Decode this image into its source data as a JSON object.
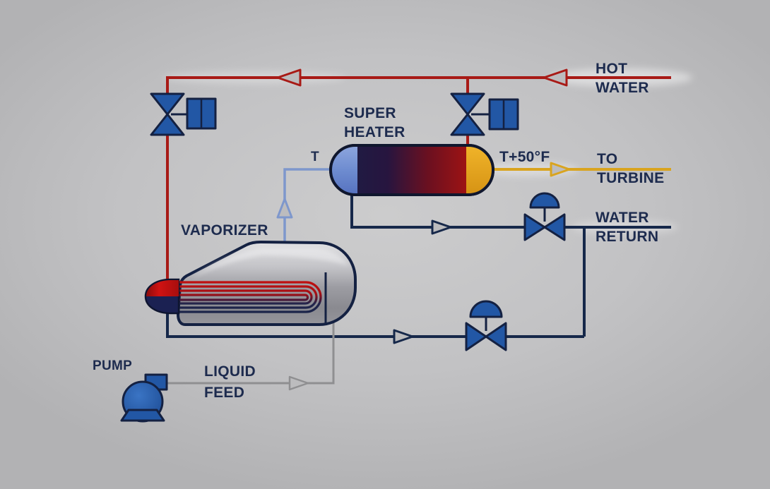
{
  "diagram_type": "process-flow-diagram",
  "stream_labels": {
    "hot_water": [
      "HOT",
      "WATER"
    ],
    "to_turbine": [
      "TO",
      "TURBINE"
    ],
    "water_return": [
      "WATER",
      "RETURN"
    ],
    "liquid_feed": [
      "LIQUID",
      "FEED"
    ]
  },
  "equipment_labels": {
    "super_heater": [
      "SUPER",
      "HEATER"
    ],
    "vaporizer": "VAPORIZER",
    "pump": "PUMP"
  },
  "temperature_labels": {
    "inlet": "T",
    "outlet": "T+50°F"
  },
  "symbols": {
    "control_valve_with_actuator": 2,
    "diaphragm_valve_with_dome_actuator": 2,
    "centrifugal_pump": 1,
    "shell_and_tube_heat_exchanger": 1,
    "vaporizer_vessel_with_u_tube_coil": 1
  },
  "colors": {
    "hot": "#a81a16",
    "cold": "#16284a",
    "vapor": "#7e97cc",
    "steam": "#d9a41f",
    "feed": "#8f8f91",
    "equipment": "#2257a5",
    "text": "#1d2b4e",
    "arrowfill": "#bcbcbe"
  }
}
